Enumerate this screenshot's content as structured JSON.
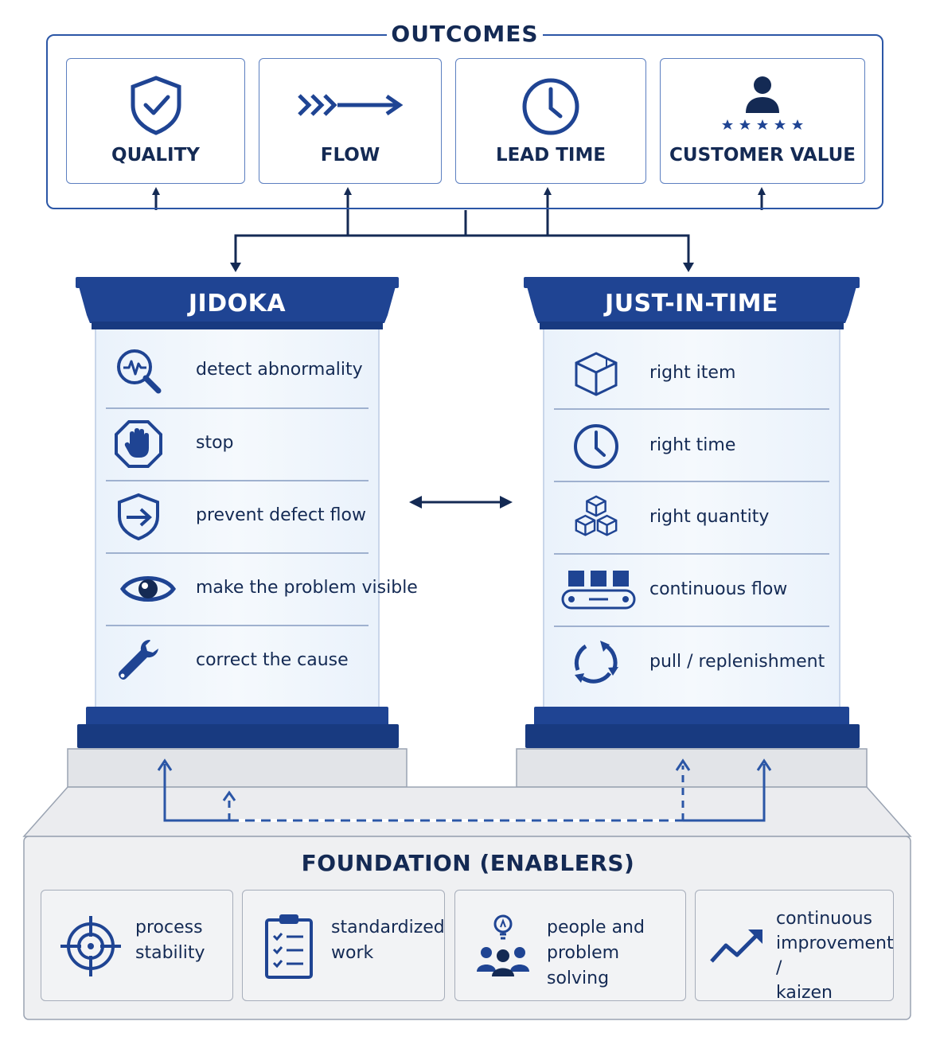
{
  "outcomes": {
    "title": "OUTCOMES",
    "items": [
      {
        "label": "QUALITY",
        "icon": "shield-check-icon"
      },
      {
        "label": "FLOW",
        "icon": "flow-arrow-icon"
      },
      {
        "label": "LEAD TIME",
        "icon": "clock-icon"
      },
      {
        "label": "CUSTOMER VALUE",
        "icon": "customer-stars-icon"
      }
    ]
  },
  "pillars": {
    "jidoka": {
      "title": "JIDOKA",
      "items": [
        {
          "label": "detect abnormality",
          "icon": "magnifier-pulse-icon"
        },
        {
          "label": "stop",
          "icon": "stop-hand-icon"
        },
        {
          "label": "prevent defect flow",
          "icon": "shield-arrow-icon"
        },
        {
          "label": "make the problem visible",
          "icon": "eye-icon"
        },
        {
          "label": "correct the cause",
          "icon": "wrench-icon"
        }
      ]
    },
    "jit": {
      "title": "JUST-IN-TIME",
      "items": [
        {
          "label": "right item",
          "icon": "box-icon"
        },
        {
          "label": "right time",
          "icon": "clock-icon"
        },
        {
          "label": "right quantity",
          "icon": "stacked-boxes-icon"
        },
        {
          "label": "continuous flow",
          "icon": "conveyor-icon"
        },
        {
          "label": "pull / replenishment",
          "icon": "cycle-arrows-icon"
        }
      ]
    }
  },
  "foundation": {
    "title": "FOUNDATION (ENABLERS)",
    "items": [
      {
        "line1": "process",
        "line2": "stability",
        "icon": "target-icon"
      },
      {
        "line1": "standardized",
        "line2": "work",
        "icon": "clipboard-checklist-icon"
      },
      {
        "line1": "people and",
        "line2": "problem solving",
        "icon": "team-idea-icon"
      },
      {
        "line1": "continuous",
        "line2": "improvement /",
        "line3": "kaizen",
        "icon": "trend-up-icon"
      }
    ]
  },
  "colors": {
    "navy": "#1f4493",
    "dark_text": "#142a54",
    "accent": "#2b56a6"
  }
}
